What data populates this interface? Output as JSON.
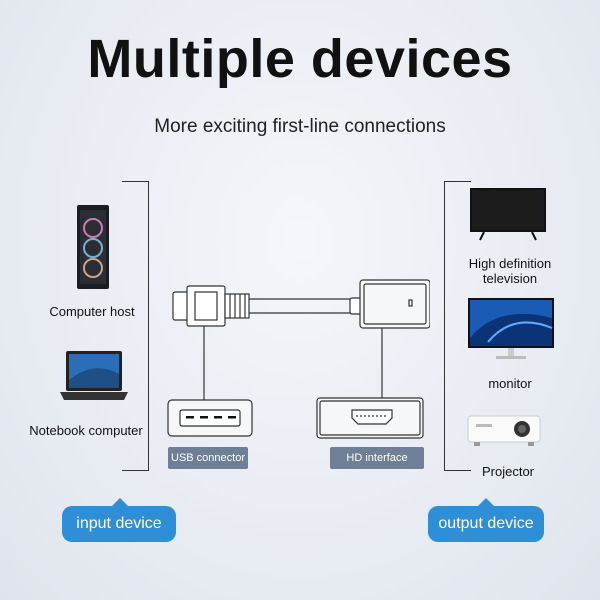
{
  "title": "Multiple devices",
  "subtitle": "More exciting first-line connections",
  "input": {
    "devices": [
      {
        "label": "Computer host",
        "icon": "pc-tower-icon"
      },
      {
        "label": "Notebook computer",
        "icon": "laptop-icon"
      }
    ],
    "badge": "input device"
  },
  "adapter": {
    "usb_label": "USB connector",
    "hd_label": "HD interface"
  },
  "output": {
    "devices": [
      {
        "label": "High definition television",
        "icon": "tv-icon"
      },
      {
        "label": "monitor",
        "icon": "monitor-icon"
      },
      {
        "label": "Projector",
        "icon": "projector-icon"
      }
    ],
    "badge": "output device"
  },
  "colors": {
    "badge": "#2f8fd6",
    "tag": "#6f7f95"
  }
}
